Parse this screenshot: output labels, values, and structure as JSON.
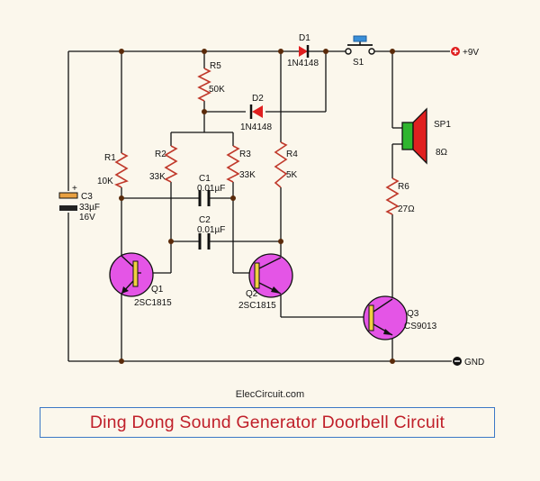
{
  "labels": {
    "d1": "D1",
    "d1_part": "1N4148",
    "d2": "D2",
    "d2_part": "1N4148",
    "s1": "S1",
    "vcc": "+9V",
    "gnd": "GND",
    "r5": "R5",
    "r5_val": "50K",
    "r1": "R1",
    "r1_val": "10K",
    "r2": "R2",
    "r2_val": "33K",
    "r3": "R3",
    "r3_val": "33K",
    "r4": "R4",
    "r4_val": "5K",
    "r6": "R6",
    "r6_val": "27Ω",
    "c1": "C1",
    "c1_val": "0.01µF",
    "c2": "C2",
    "c2_val": "0.01µF",
    "c3": "C3",
    "c3_val1": "33µF",
    "c3_val2": "16V",
    "c3_plus": "+",
    "q1": "Q1",
    "q1_part": "2SC1815",
    "q2": "Q2",
    "q2_part": "2SC1815",
    "q3": "Q3",
    "q3_part": "CS9013",
    "sp1": "SP1",
    "sp1_val": "8Ω"
  },
  "site": "ElecCircuit.com",
  "title": "Ding Dong Sound Generator Doorbell Circuit",
  "colors": {
    "background": "#fbf7ec",
    "resistor": "#c0392b",
    "transistor": "#e455e6",
    "diode": "#e02020",
    "speaker_coil": "#2fb52f",
    "speaker_cone": "#e02020",
    "switch_button": "#3a8fd8",
    "title_text": "#c0202a",
    "title_border": "#3b78c6"
  }
}
